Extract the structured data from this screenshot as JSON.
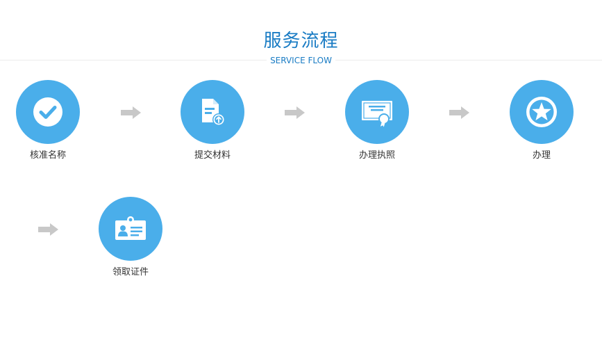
{
  "header": {
    "title": "服务流程",
    "subtitle": "SERVICE FLOW"
  },
  "colors": {
    "accent": "#4aaeea",
    "title": "#1a7cc4",
    "arrow": "#c8c8c8"
  },
  "steps": [
    {
      "label": "核准名称",
      "icon": "check-icon"
    },
    {
      "label": "提交材料",
      "icon": "document-upload-icon"
    },
    {
      "label": "办理执照",
      "icon": "certificate-icon"
    },
    {
      "label": "办理",
      "icon": "star-icon"
    },
    {
      "label": "领取证件",
      "icon": "id-card-icon"
    }
  ]
}
